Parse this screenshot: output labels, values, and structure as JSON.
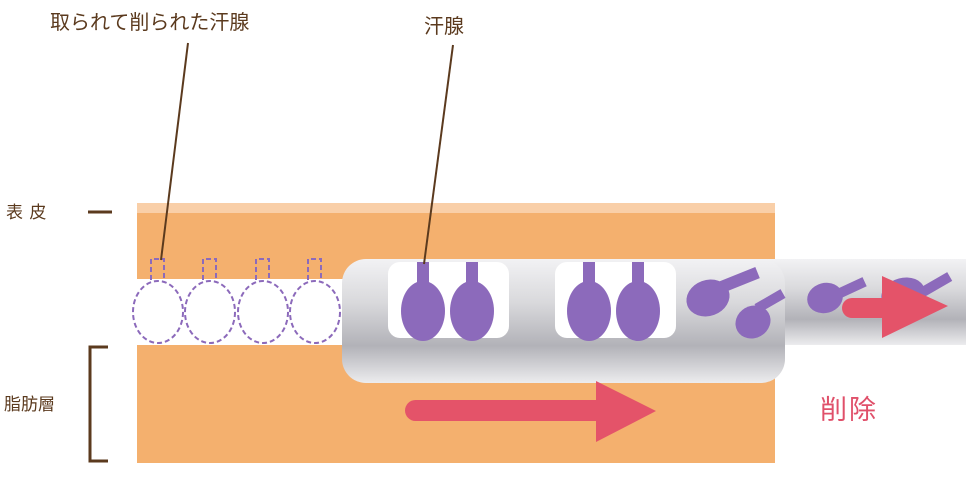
{
  "labels": {
    "removed_glands": "取られて削られた汗腺",
    "sweat_gland": "汗腺",
    "epidermis": "表 皮",
    "fat_layer": "脂肪層",
    "removal": "削除"
  },
  "colors": {
    "skin": "#f4b06e",
    "epidermis": "#f9cfa8",
    "gland": "#8c6abb",
    "arrow": "#e45369",
    "tool": "#c7c7cb",
    "text": "#5b3a1e"
  }
}
